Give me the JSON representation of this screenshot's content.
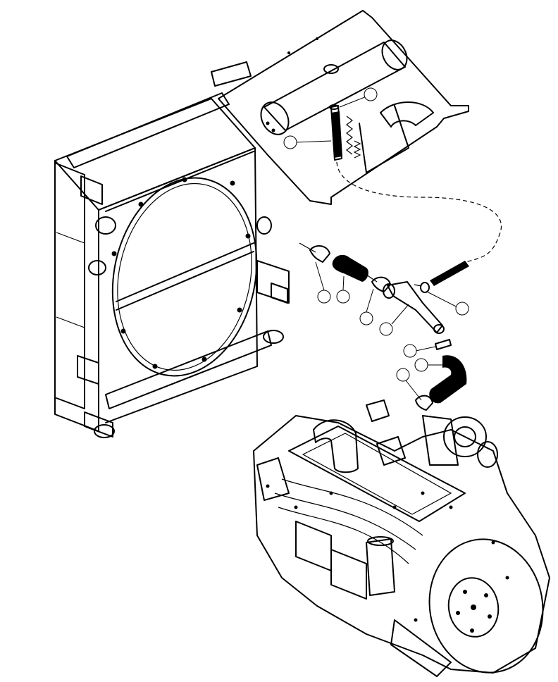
{
  "callouts": [
    {
      "id": "c1",
      "label": ""
    },
    {
      "id": "c2",
      "label": ""
    },
    {
      "id": "c3",
      "label": ""
    },
    {
      "id": "c4",
      "label": ""
    },
    {
      "id": "c5",
      "label": ""
    },
    {
      "id": "c6",
      "label": ""
    },
    {
      "id": "c7",
      "label": ""
    },
    {
      "id": "c8",
      "label": ""
    },
    {
      "id": "c9",
      "label": ""
    },
    {
      "id": "c10",
      "label": ""
    },
    {
      "id": "c11",
      "label": ""
    }
  ]
}
